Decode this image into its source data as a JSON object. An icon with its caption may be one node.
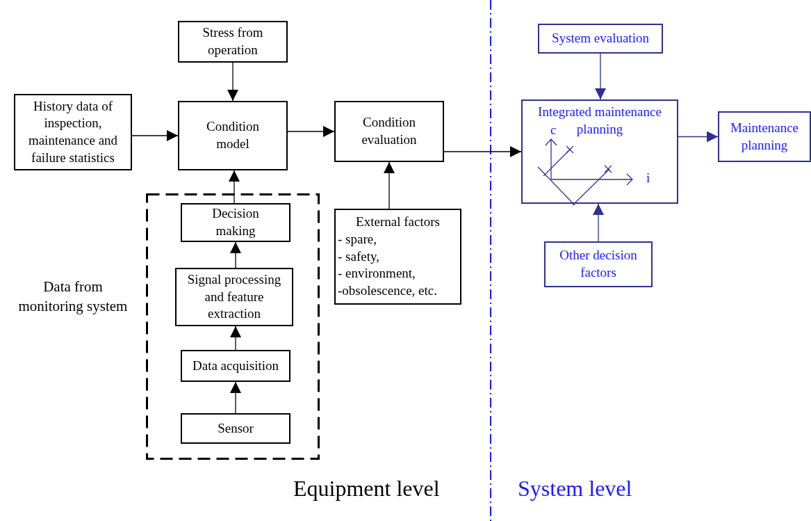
{
  "diagram": {
    "nodes": [
      {
        "text": [
          "Stress from operation"
        ]
      },
      {
        "text": [
          "History data of inspection, maintenance and failure statistics"
        ]
      },
      {
        "text": [
          "Condition model"
        ]
      },
      {
        "text": [
          "Condition evaluation"
        ]
      },
      {
        "text": [],
        "shape": "box",
        "beside": [
          "Data from monitoring system"
        ]
      },
      {
        "text": [
          "Decision making"
        ],
        "in": 4
      },
      {
        "text": [
          "Signal processing and feature extraction"
        ],
        "in": 4
      },
      {
        "text": [
          "Data acquisition"
        ],
        "in": 4
      },
      {
        "text": [
          "Sensor"
        ],
        "in": 4
      },
      {
        "text": [
          "External factors",
          "- spare,",
          "- safety,",
          "- environment,",
          "-obsolescence, etc."
        ]
      },
      {
        "text": [
          "System evaluation"
        ]
      },
      {
        "text": [
          "Integrated maintenance planning"
        ]
      },
      {
        "text": [
          "Maintenance planning"
        ]
      },
      {
        "text": [
          "Other decision factors"
        ]
      }
    ],
    "edges": [
      {
        "from": 0,
        "to": 2,
        "arrow": "to"
      },
      {
        "from": 1,
        "to": 2,
        "arrow": "to"
      },
      {
        "from": 5,
        "to": 2,
        "arrow": "to"
      },
      {
        "from": 6,
        "to": 5,
        "arrow": "to"
      },
      {
        "from": 7,
        "to": 6,
        "arrow": "to"
      },
      {
        "from": 8,
        "to": 7,
        "arrow": "to"
      },
      {
        "from": 2,
        "to": 3,
        "arrow": "to"
      },
      {
        "from": 3,
        "to": 11,
        "arrow": "to"
      },
      {
        "from": 9,
        "to": 3,
        "arrow": "to"
      },
      {
        "from": 10,
        "to": 11,
        "arrow": "to",
        "color": "#2e3192"
      },
      {
        "from": 13,
        "to": 11,
        "arrow": "to",
        "color": "#2e3192"
      },
      {
        "from": 11,
        "to": 12,
        "arrow": "to",
        "color": "#2e3192"
      }
    ],
    "labels": [
      "c",
      "i",
      "Equipment level",
      "System level"
    ]
  }
}
